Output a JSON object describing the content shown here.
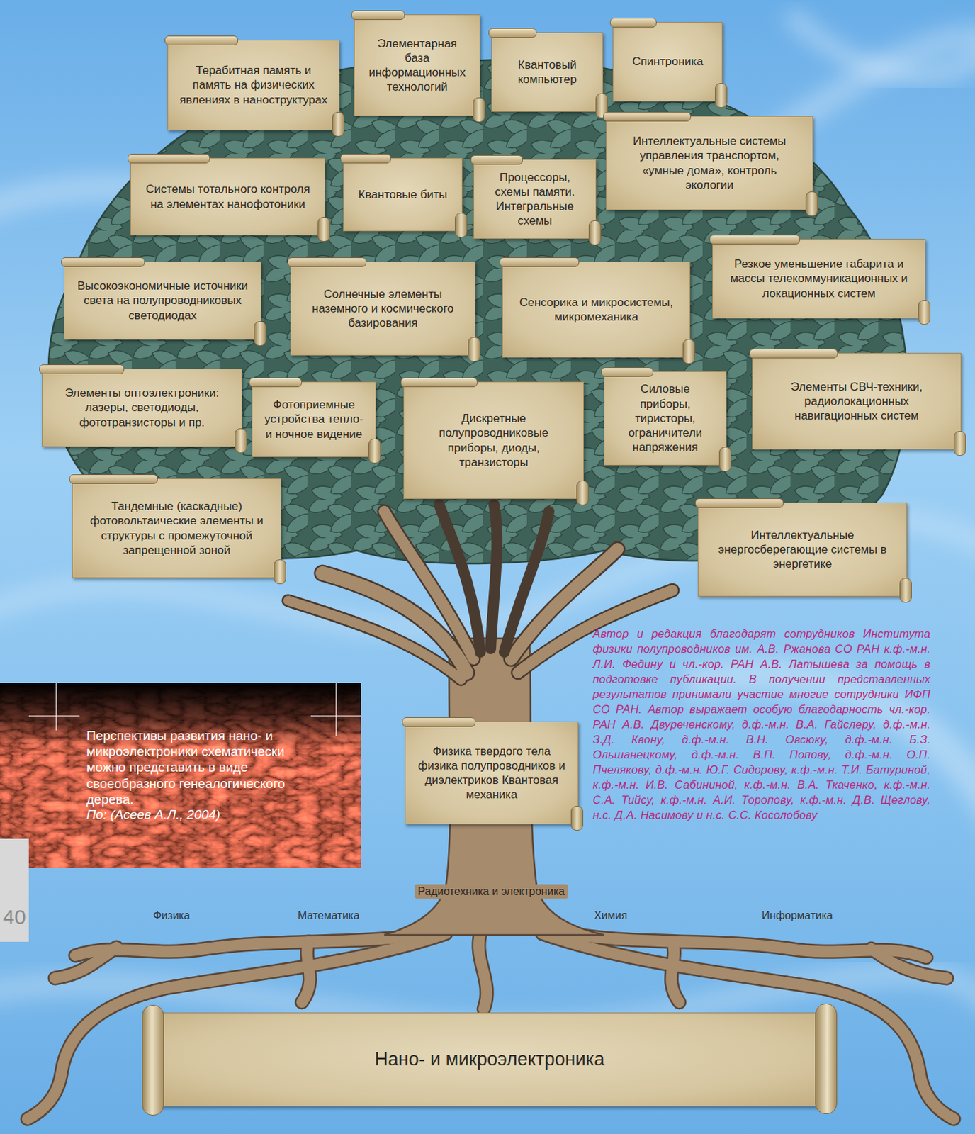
{
  "diagram": {
    "caption": "Перспективы развития нано- и микроэлектроники схематически можно представить в виде своеобразного генеалогического дерева.",
    "nodes": [
      {
        "text": [
          "Терабитная память и память на физических явлениях в наноструктурах"
        ]
      },
      {
        "text": [
          "Элементарная база информационных технологий"
        ]
      },
      {
        "text": [
          "Квантовый компьютер"
        ]
      },
      {
        "text": [
          "Спинтроника"
        ]
      },
      {
        "text": [
          "Системы тотального контроля на элементах нанофотоники"
        ]
      },
      {
        "text": [
          "Квантовые биты"
        ]
      },
      {
        "text": [
          "Процессоры, схемы памяти. Интегральные схемы"
        ]
      },
      {
        "text": [
          "Интеллектуальные системы управления транспортом, «умные дома», контроль экологии"
        ]
      },
      {
        "text": [
          "Высокоэкономичные источники света на полупроводниковых светодиодах"
        ]
      },
      {
        "text": [
          "Солнечные элементы наземного и космического базирования"
        ]
      },
      {
        "text": [
          "Сенсорика и микросистемы, микромеханика"
        ]
      },
      {
        "text": [
          "Резкое уменьшение габарита и массы телекоммуникационных и локационных систем"
        ]
      },
      {
        "text": [
          "Элементы оптоэлектроники: лазеры, светодиоды, фототранзисторы и пр."
        ]
      },
      {
        "text": [
          "Фотоприемные устройства тепло- и ночное видение"
        ]
      },
      {
        "text": [
          "Дискретные полупроводниковые приборы, диоды, транзисторы"
        ]
      },
      {
        "text": [
          "Силовые приборы, тиристоры, ограничители напряжения"
        ]
      },
      {
        "text": [
          "Элементы СВЧ-техники, радиолокационных навигационных систем"
        ]
      },
      {
        "text": [
          "Тандемные (каскадные) фотовольтаические элементы и структуры с промежуточной запрещенной зоной"
        ]
      },
      {
        "text": [
          "Интеллектуальные энергосберегающие системы в энергетике"
        ]
      },
      {
        "text": [
          "Физика твердого тела физика полупроводников и диэлектриков Квантовая механика"
        ]
      },
      {
        "text": [
          "Нано- и микроэлектроника"
        ]
      }
    ],
    "labels": [
      "По: (Асеев А.Л., 2004)",
      "Автор и редакция благодарят сотрудников Института физики полупроводников им. А.В. Ржанова СО РАН к.ф.-м.н. Л.И. Федину и чл.-кор. РАН А.В. Латышева за помощь в подготовке публикации. В получении представленных результатов принимали участие многие сотрудники ИФП СО РАН. Автор выражает особую благодарность чл.-кор. РАН А.В. Двуреченскому, д.ф.-м.н. В.А. Гайслеру, д.ф.-м.н. З.Д. Квону, д.ф.-м.н. В.Н. Овсюку, д.ф.-м.н. Б.З. Ольшанецкому, д.ф.-м.н. В.П. Попову, д.ф.-м.н. О.П. Пчелякову, д.ф.-м.н. Ю.Г. Сидорову, к.ф.-м.н. Т.И. Батуриной, к.ф.-м.н. И.В. Сабининой, к.ф.-м.н. В.А. Ткаченко, к.ф.-м.н. С.А. Тийсу, к.ф.-м.н. А.И. Торопову, к.ф.-м.н. Д.В. Щеглову, н.с. Д.А. Насимову и н.с. С.С. Косолобову",
      "Радиотехника и электроника",
      "Физика",
      "Математика",
      "Химия",
      "Информатика",
      "40"
    ]
  }
}
